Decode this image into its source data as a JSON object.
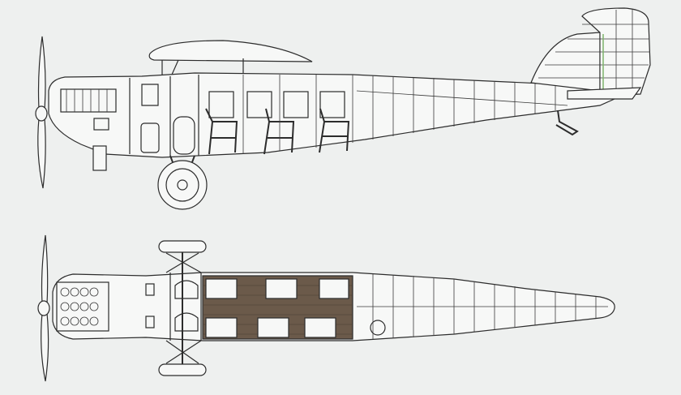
{
  "colors": {
    "background": "#eef0ef",
    "ink": "#2c2c2c",
    "cabin_floor": "#6b5a4a",
    "fin_accent": "#7db36a"
  },
  "views": [
    {
      "id": "side-elevation",
      "kind": "side view"
    },
    {
      "id": "plan-view",
      "kind": "top view"
    }
  ],
  "side_view": {
    "cabin_windows": 4,
    "passenger_seats": 3,
    "fuselage_frames": 14,
    "tail_grid_lines": 6
  },
  "plan_view": {
    "cabin_window_pairs": 3,
    "fuselage_frames": 14
  }
}
